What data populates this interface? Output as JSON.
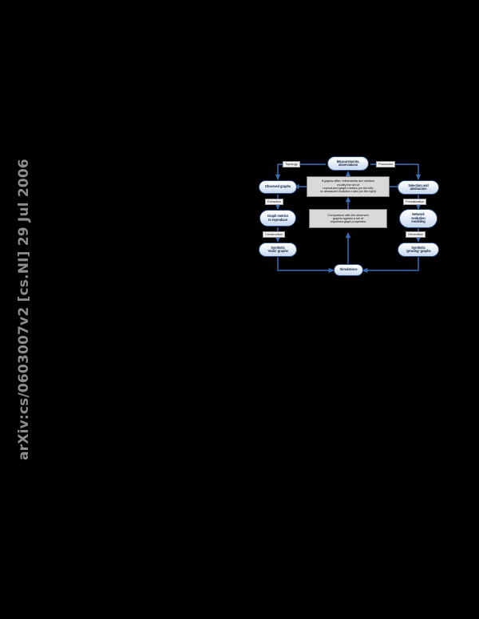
{
  "page": {
    "background_color": "#000000",
    "arxiv_stamp": "arXiv:cs/0603007v2  [cs.NI]  29 Jul 2006",
    "stamp_color": "#8d8d8d"
  },
  "figure": {
    "accent_color": "#3a6fb7",
    "node_border_color": "#2b4f81",
    "note_fill_color": "#d9d9d9",
    "nodes": {
      "measurements": {
        "id": "measurements-observations",
        "shape": "rounded",
        "lines": [
          "Measurements,",
          "observations"
        ]
      },
      "observed_graphs": {
        "id": "observed-graphs",
        "shape": "rounded",
        "lines": [
          "Observed graphs"
        ]
      },
      "selection_abstraction": {
        "id": "selection-and-abstraction",
        "shape": "rounded",
        "lines": [
          "Selection and",
          "abstraction"
        ]
      },
      "graph_metrics": {
        "id": "graph-metrics-to-reproduce",
        "shape": "rounded",
        "lines": [
          "Graph metrics",
          "to reproduce"
        ]
      },
      "network_evolution": {
        "id": "network-evolution-modeling",
        "shape": "rounded",
        "lines": [
          "Network",
          "evolution",
          "modeling"
        ]
      },
      "synthetic_static": {
        "id": "synthetic-static-graphs",
        "shape": "rounded",
        "lines": [
          "Synthetic",
          "'static' graphs"
        ]
      },
      "synthetic_growing": {
        "id": "synthetic-growing-graphs",
        "shape": "rounded",
        "lines": [
          "Synthetic",
          "'growing' graphs"
        ]
      },
      "simulations": {
        "id": "simulations",
        "shape": "rounded",
        "lines": [
          "Simulations"
        ]
      },
      "refinement_note": {
        "id": "refinement-note",
        "shape": "note",
        "lines": [
          "If graphs differ, refinements are needed:",
          "modify the set of",
          "reproduced graph metrics (on the left)",
          "or abstracted evolution rules (on the right)"
        ]
      },
      "comparison_note": {
        "id": "comparison-note",
        "shape": "note",
        "lines": [
          "Comparison with the observed",
          "graphs against a set of",
          "important graph properties"
        ]
      }
    },
    "edge_labels": {
      "topology": "Topology",
      "processes": "Processes",
      "extraction": "Extraction",
      "formalization": "Formalization",
      "construction": "Construction",
      "generation": "Generation"
    }
  }
}
